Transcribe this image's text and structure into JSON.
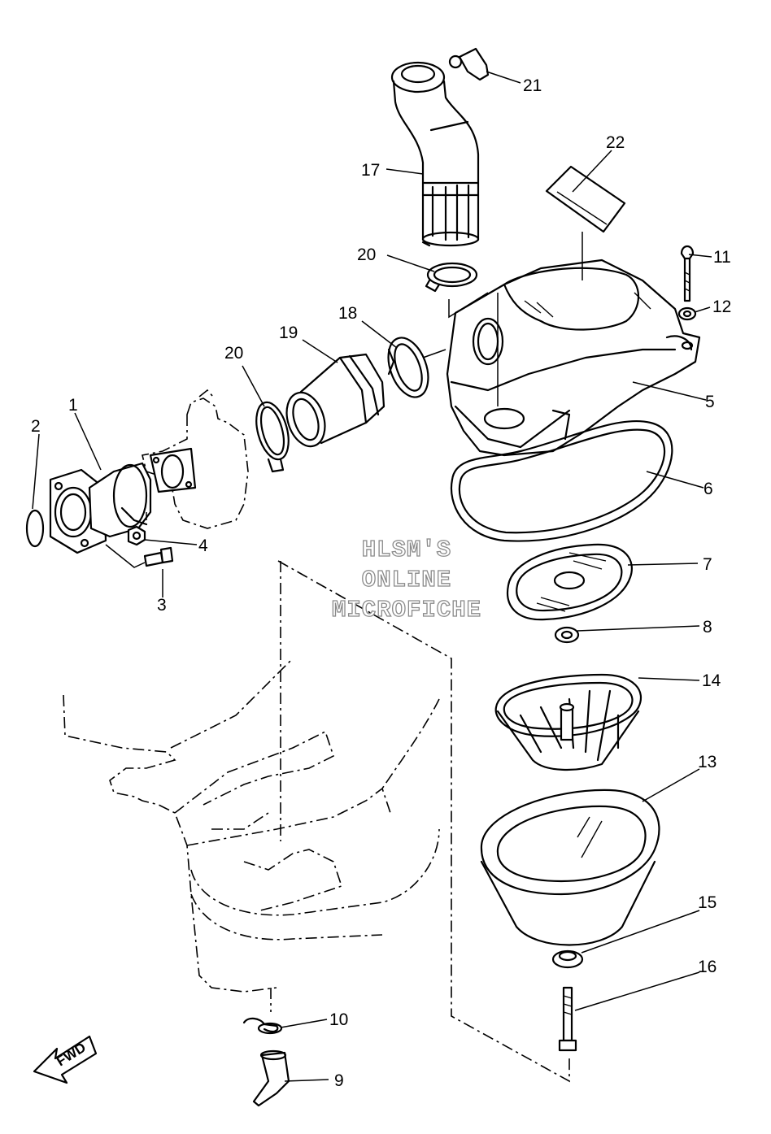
{
  "callouts": {
    "c1": "1",
    "c2": "2",
    "c3": "3",
    "c4": "4",
    "c5": "5",
    "c6": "6",
    "c7": "7",
    "c8": "8",
    "c9": "9",
    "c10": "10",
    "c11": "11",
    "c12": "12",
    "c13": "13",
    "c14": "14",
    "c15": "15",
    "c16": "16",
    "c17": "17",
    "c18": "18",
    "c19": "19",
    "c20a": "20",
    "c20b": "20",
    "c21": "21",
    "c22": "22"
  },
  "watermark": {
    "line1": "HLSM'S",
    "line2": "ONLINE",
    "line3": "MICROFICHE"
  },
  "direction_marker": {
    "label": "FWD"
  }
}
